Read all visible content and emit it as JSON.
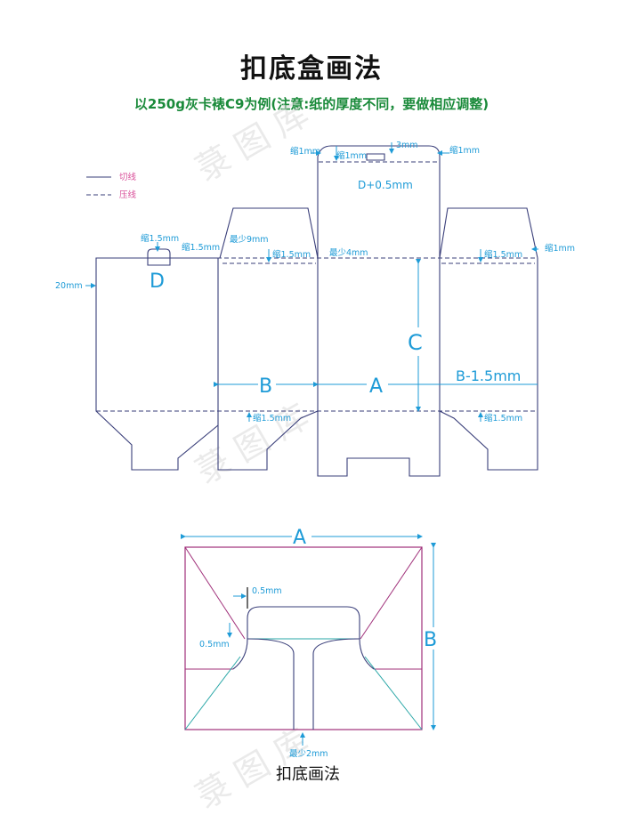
{
  "title": "扣底盒画法",
  "subtitle": "以250g灰卡裱C9为例(注意:纸的厚度不同，要做相应调整)",
  "legend": {
    "cut_line": "切线",
    "crease_line": "压线"
  },
  "dieline_labels": {
    "shrink_1mm_left": "缩1mm",
    "shrink_1mm_inner": "缩1mm",
    "three_mm": "3mm",
    "shrink_1mm_right": "缩1mm",
    "d_plus": "D+0.5mm",
    "shrink_1_5mm_tab": "缩1.5mm",
    "shrink_1_5mm_side": "缩1.5mm",
    "min_9mm": "最少9mm",
    "shrink_1_5mm_top_b": "缩1.5mm",
    "min_4mm": "最少4mm",
    "shrink_1_5mm_top_r": "缩1.5mm",
    "shrink_1mm_far_right": "缩1mm",
    "twenty_mm": "20mm",
    "d": "D",
    "c": "C",
    "b": "B",
    "a": "A",
    "b_minus": "B-1.5mm",
    "shrink_1_5mm_bottom_b": "缩1.5mm",
    "shrink_1_5mm_bottom_r": "缩1.5mm"
  },
  "bottom_labels": {
    "a": "A",
    "b": "B",
    "half_mm_top": "0.5mm",
    "half_mm_left": "0.5mm",
    "min_2mm": "最少2mm",
    "caption": "扣底画法"
  },
  "colors": {
    "cut_line": "#3a3f7a",
    "dimension": "#1e9bd7",
    "legend_text": "#d9509a",
    "subtitle": "#1a8a3a",
    "bottom_frame": "#a0307a",
    "bottom_fold": "#2aa7a7"
  }
}
